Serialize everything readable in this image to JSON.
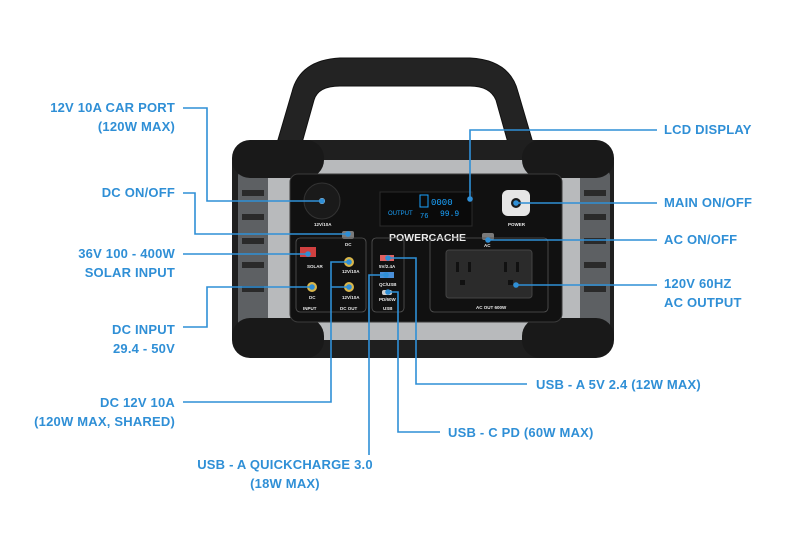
{
  "brand": "POWERCACHE",
  "device_text": {
    "output": "OUTPUT",
    "lcd_value_top": "0000",
    "lcd_value_bottom": "99.9",
    "lcd_percent": "76",
    "car_port": "12V/10A",
    "dc": "DC",
    "solar": "SOLAR",
    "dc_12v_top": "12V/10A",
    "dc_12v_bottom": "12V/10A",
    "input": "INPUT",
    "dc_out": "DC OUT",
    "usb_5v": "5V/2.4A",
    "usb_qc": "QC/USB",
    "usb_pd": "PD/60W",
    "usb": "USB",
    "ac": "AC",
    "ac_out": "AC OUT 600W",
    "power": "POWER"
  },
  "callouts": {
    "car_port": [
      "12V 10A CAR PORT",
      "(120W MAX)"
    ],
    "dc_on_off": [
      "DC ON/OFF"
    ],
    "solar_input": [
      "36V 100 - 400W",
      "SOLAR INPUT"
    ],
    "dc_input": [
      "DC INPUT",
      "29.4 - 50V"
    ],
    "dc_12v": [
      "DC 12V 10A",
      "(120W MAX, SHARED)"
    ],
    "usb_qc": [
      "USB - A QUICKCHARGE 3.0",
      "(18W MAX)"
    ],
    "usb_pd": [
      "USB - C PD (60W MAX)"
    ],
    "usb_a": [
      "USB - A 5V 2.4 (12W MAX)"
    ],
    "lcd": [
      "LCD DISPLAY"
    ],
    "main_on_off": [
      "MAIN ON/OFF"
    ],
    "ac_on_off": [
      "AC ON/OFF"
    ],
    "ac_output": [
      "120V 60HZ",
      "AC OUTPUT"
    ]
  },
  "colors": {
    "accent": "#2f8fd6",
    "body_dark": "#1c1c1c",
    "body_silver": "#b8babc",
    "lcd_blue": "#1aa3ff",
    "port_yellow": "#d9b64a"
  }
}
